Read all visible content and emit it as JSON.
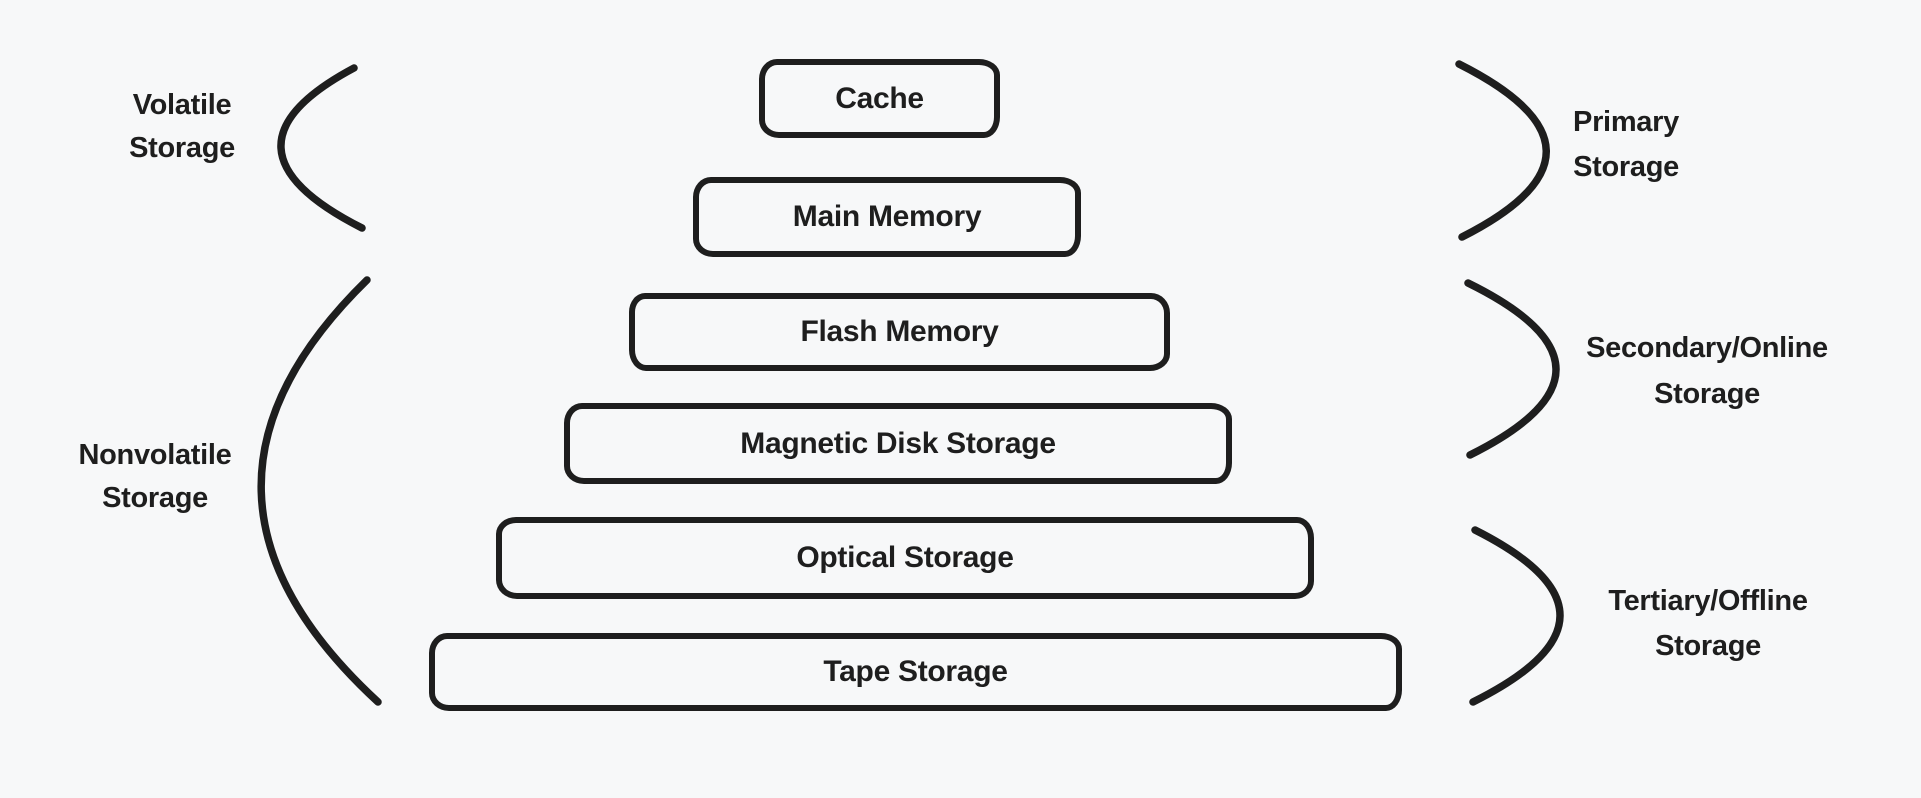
{
  "canvas": {
    "background_color": "#f7f8f9",
    "stroke_color": "#1e1e1e"
  },
  "levels": [
    {
      "label": "Cache"
    },
    {
      "label": "Main Memory"
    },
    {
      "label": "Flash Memory"
    },
    {
      "label": "Magnetic Disk Storage"
    },
    {
      "label": "Optical Storage"
    },
    {
      "label": "Tape Storage"
    }
  ],
  "groups": {
    "volatile": {
      "line1": "Volatile",
      "line2": "Storage",
      "side": "left",
      "covers": [
        "Cache",
        "Main Memory"
      ]
    },
    "nonvolatile": {
      "line1": "Nonvolatile",
      "line2": "Storage",
      "side": "left",
      "covers": [
        "Flash Memory",
        "Magnetic Disk Storage",
        "Optical Storage",
        "Tape Storage"
      ]
    },
    "primary": {
      "line1": "Primary",
      "line2": "Storage",
      "side": "right",
      "covers": [
        "Cache",
        "Main Memory"
      ]
    },
    "secondary": {
      "line1": "Secondary/Online",
      "line2": "Storage",
      "side": "right",
      "covers": [
        "Flash Memory",
        "Magnetic Disk Storage"
      ]
    },
    "tertiary": {
      "line1": "Tertiary/Offline",
      "line2": "Storage",
      "side": "right",
      "covers": [
        "Optical Storage",
        "Tape Storage"
      ]
    }
  }
}
